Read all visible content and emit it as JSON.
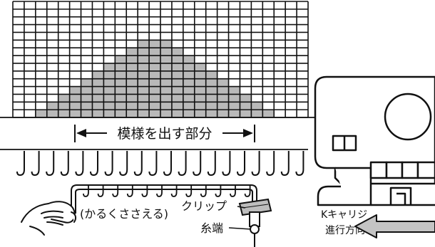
{
  "labels": {
    "pattern_area": "模様を出す部分",
    "hold_lightly": "(かるくささえる)",
    "clip": "クリップ",
    "yarn_end": "糸端",
    "carriage_line1": "Kキャリジ",
    "carriage_line2": "進行方向"
  },
  "grid": {
    "columns": 26,
    "rows": 15,
    "motif": "triangle"
  },
  "colors": {
    "ink": "#111111",
    "shade": "#b9b9b9",
    "paper": "#ffffff"
  },
  "icons": [
    "hand-icon",
    "clip-icon",
    "knitting-machine-icon",
    "direction-arrow-icon"
  ]
}
